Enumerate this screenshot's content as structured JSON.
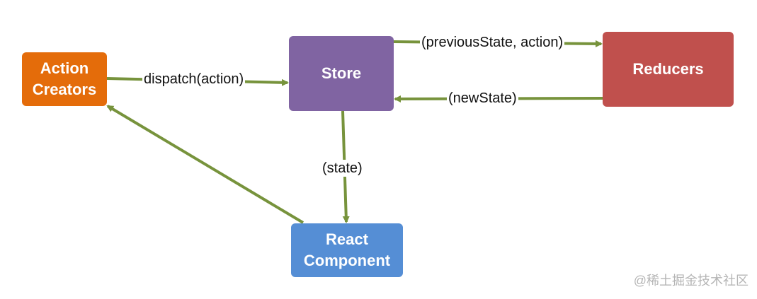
{
  "nodes": {
    "action_creators": {
      "line1": "Action",
      "line2": "Creators",
      "color": "#E46C0A"
    },
    "store": {
      "label": "Store",
      "color": "#8064A2"
    },
    "reducers": {
      "label": "Reducers",
      "color": "#C0504D"
    },
    "react_component": {
      "line1": "React",
      "line2": "Component",
      "color": "#558ED5"
    }
  },
  "edges": {
    "dispatch": "dispatch(action)",
    "previous_state": "(previousState, action)",
    "new_state": "(newState)",
    "state": "(state)"
  },
  "edge_color": "#77933C",
  "watermark": "@稀土掘金技术社区"
}
